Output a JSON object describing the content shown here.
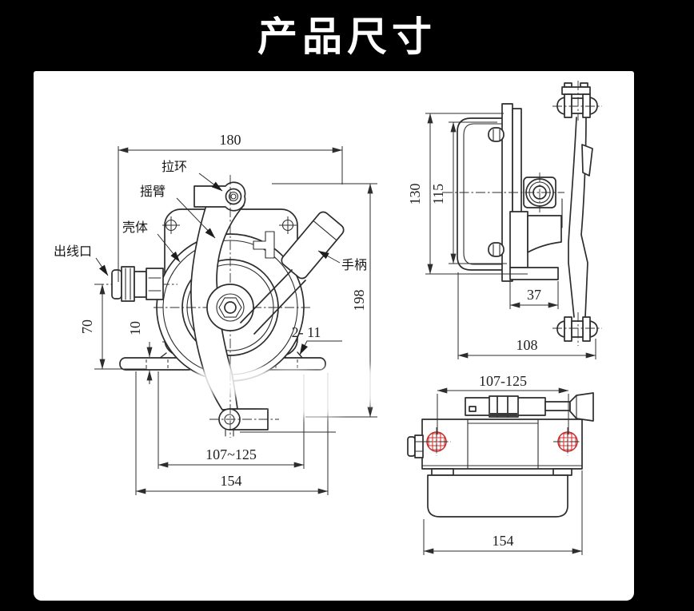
{
  "header": {
    "title": "产品尺寸"
  },
  "colors": {
    "background": "#000000",
    "panel": "#ffffff",
    "line": "#2d2d2d",
    "hatch": "#e03030"
  },
  "front_view": {
    "labels": {
      "pull_ring": "拉环",
      "rocker_arm": "摇臂",
      "housing": "壳体",
      "wire_outlet": "出线口",
      "handle": "手柄"
    },
    "dims": {
      "width": "180",
      "height": "198",
      "outlet_height": "70",
      "foot_thickness": "10",
      "slot_span": "107~125",
      "base_width": "154",
      "holes_note": "2- 11"
    }
  },
  "side_view": {
    "dims": {
      "height": "130",
      "inner_height": "115",
      "flange_width": "37",
      "depth": "108"
    }
  },
  "top_view": {
    "dims": {
      "slot_span": "107-125",
      "width": "154"
    }
  }
}
